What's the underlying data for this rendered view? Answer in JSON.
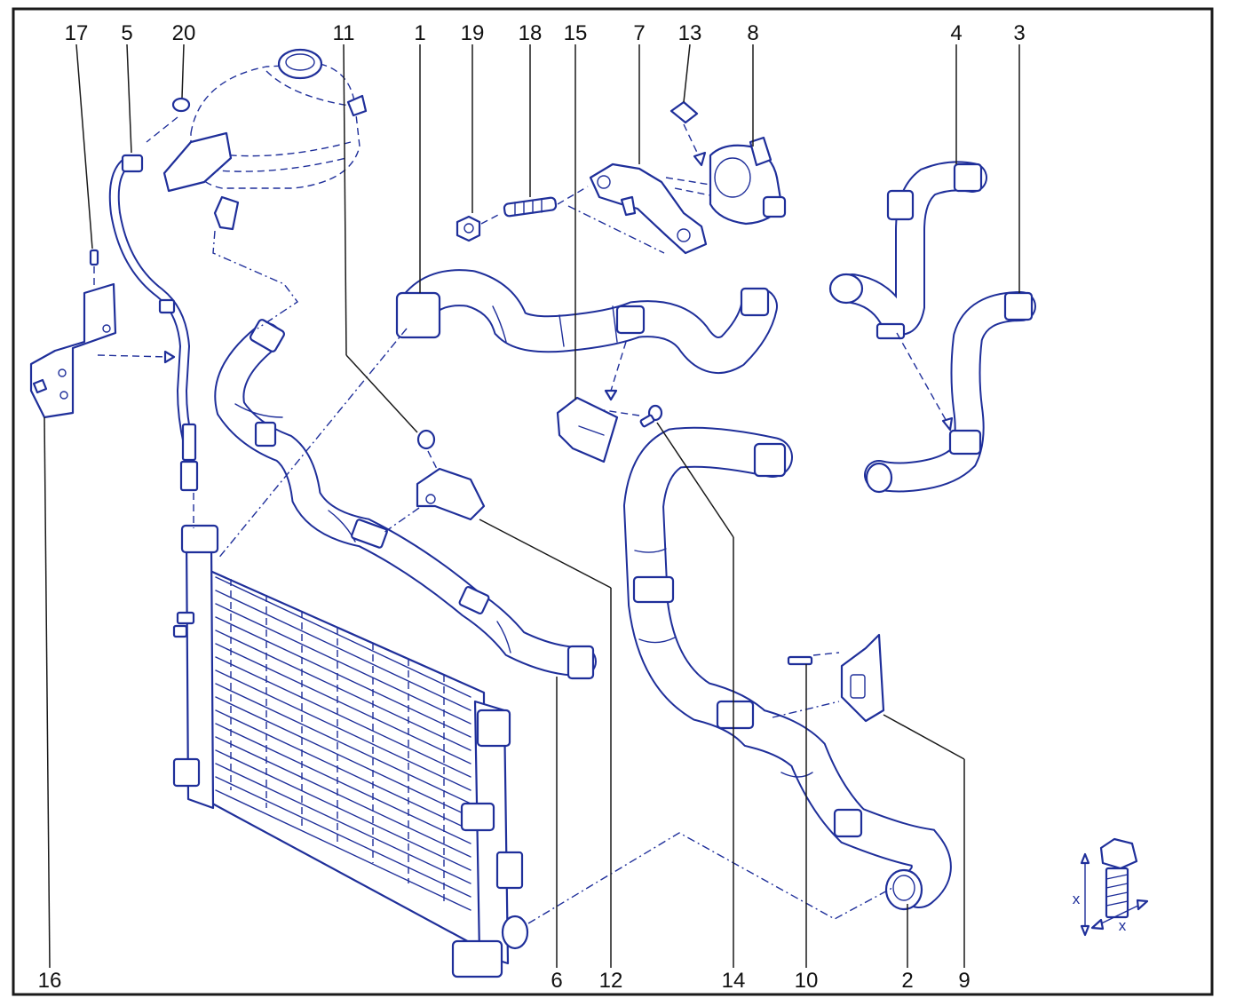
{
  "callouts": {
    "c1": "1",
    "c2": "2",
    "c3": "3",
    "c4": "4",
    "c5": "5",
    "c6": "6",
    "c7": "7",
    "c8": "8",
    "c9": "9",
    "c10": "10",
    "c11": "11",
    "c12": "12",
    "c13": "13",
    "c14": "14",
    "c15": "15",
    "c16": "16",
    "c17": "17",
    "c18": "18",
    "c19": "19",
    "c20": "20"
  },
  "inset": {
    "dim_a": "x",
    "dim_b": "x"
  },
  "colors": {
    "line": "#1f2f9a",
    "frame": "#1a1a1a",
    "background": "#ffffff"
  }
}
